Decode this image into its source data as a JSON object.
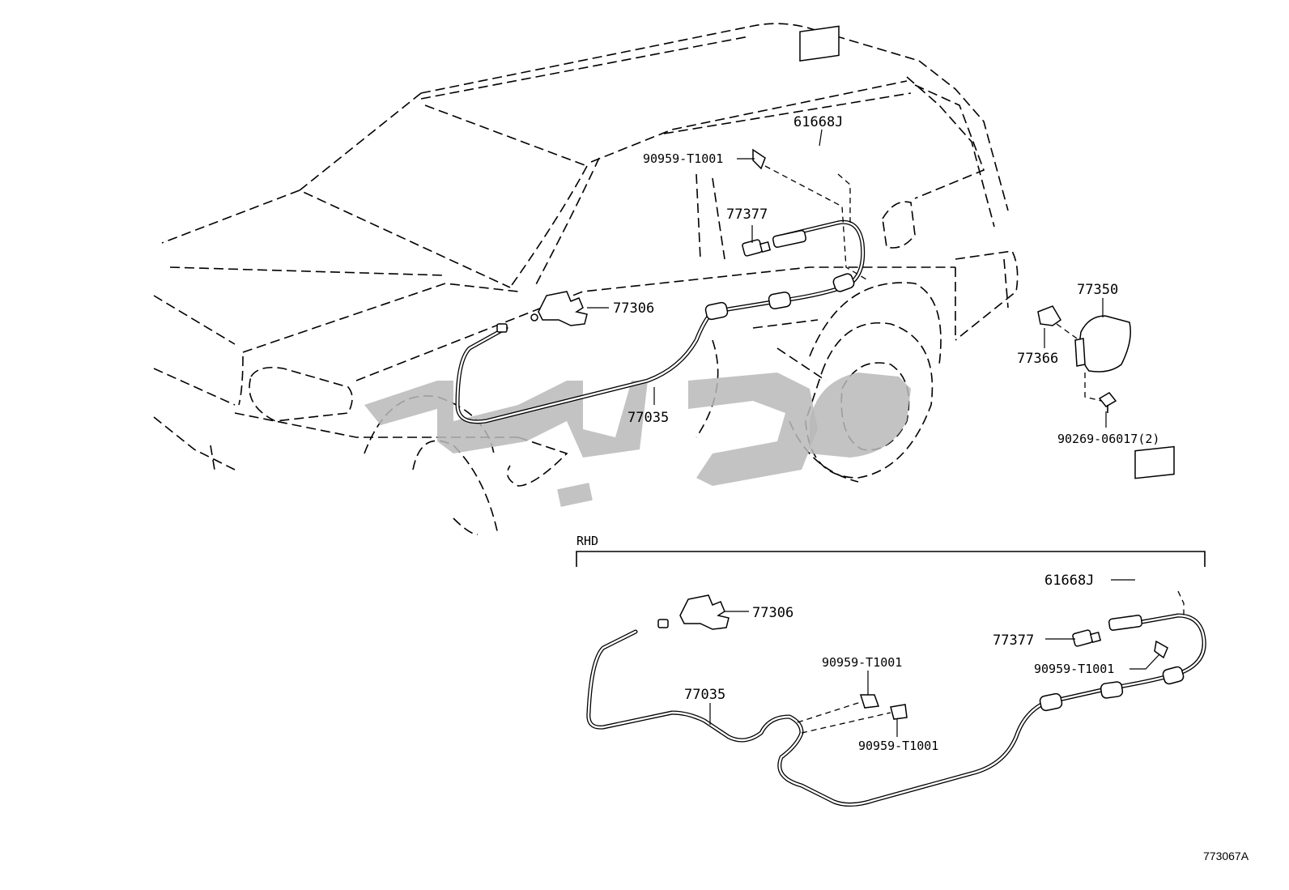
{
  "diagram": {
    "labels": {
      "fuel_lid_opener_lever_top": "77306",
      "fuel_lid_opener_cable_top": "77035",
      "fuel_lid_lock_top": "77377",
      "clamp_top": "90959-T1001",
      "label_top": "61668J",
      "fuel_lid": "77350",
      "fuel_lid_hinge": "77366",
      "screw": "90269-06017(2)",
      "rhd_section": "RHD",
      "fuel_lid_opener_lever_rhd": "77306",
      "fuel_lid_opener_cable_rhd": "77035",
      "fuel_lid_lock_rhd": "77377",
      "label_rhd": "61668J",
      "clamp_rhd_a": "90959-T1001",
      "clamp_rhd_b": "90959-T1001",
      "clamp_rhd_c": "90959-T1001"
    },
    "figure_code": "773067A"
  }
}
